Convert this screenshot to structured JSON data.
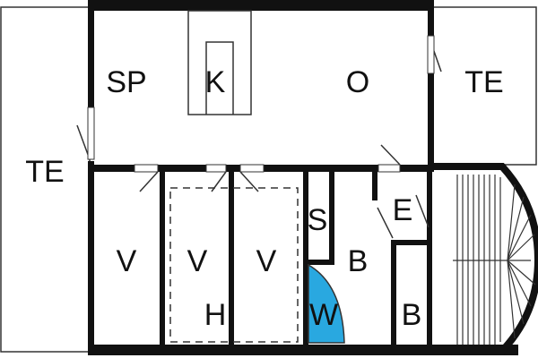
{
  "floorplan": {
    "labels": {
      "sp": "SP",
      "k": "K",
      "o": "O",
      "te_left": "TE",
      "te_right": "TE",
      "v1": "V",
      "v2": "V",
      "v3": "V",
      "h": "H",
      "s": "S",
      "w": "W",
      "b_main": "B",
      "b_small": "B",
      "e": "E"
    },
    "colors": {
      "wall": "#111111",
      "sauna_fill": "#29a8e0",
      "background": "#ffffff"
    }
  }
}
